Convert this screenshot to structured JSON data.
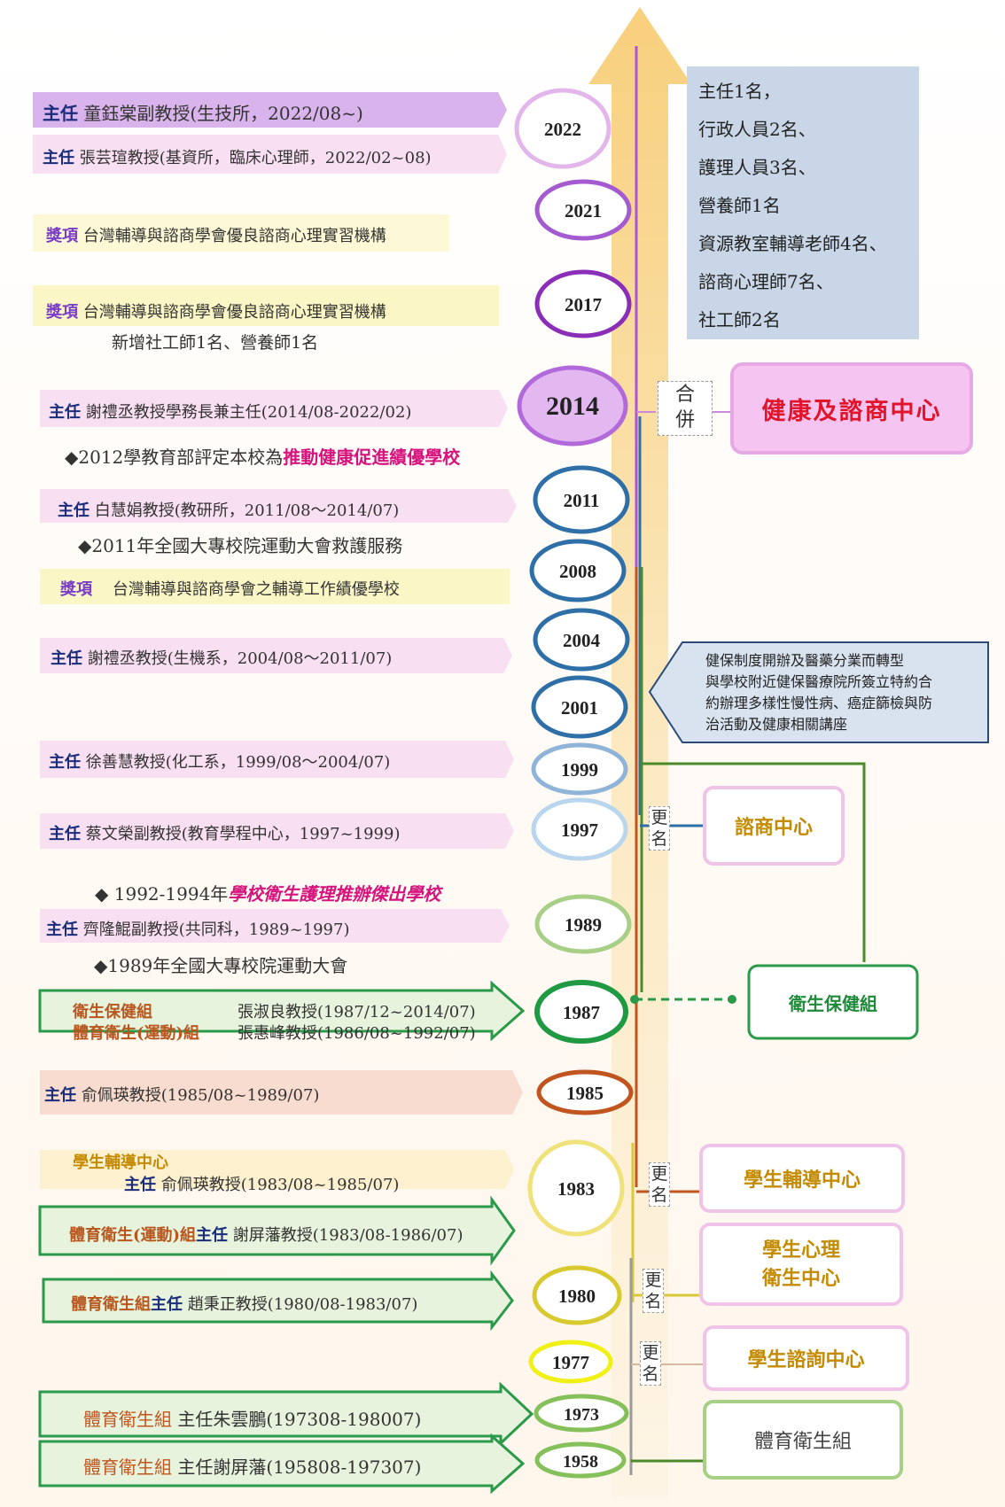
{
  "years": [
    "2022",
    "2021",
    "2017",
    "2014",
    "2011",
    "2008",
    "2004",
    "2001",
    "1999",
    "1997",
    "1989",
    "1987",
    "1985",
    "1983",
    "1980",
    "1977",
    "1973",
    "1958"
  ],
  "timeline": {
    "r2022_1": {
      "role": "主任",
      "text": "童鈺棠副教授(生技所，2022/08~)"
    },
    "r2022_2": {
      "role": "主任",
      "text": "張芸瑄教授(基資所，臨床心理師，2022/02~08)"
    },
    "r2021": {
      "role": "獎項",
      "text": "台灣輔導與諮商學會優良諮商心理實習機構"
    },
    "r2017": {
      "role": "獎項",
      "text": "台灣輔導與諮商學會優良諮商心理實習機構",
      "line2": "新增社工師1名、營養師1名"
    },
    "r2014": {
      "role": "主任",
      "text": "謝禮丞教授學務長兼主任(2014/08-2022/02)"
    },
    "n2012": {
      "prefix": "◆2012學教育部評定本校為",
      "highlight": "推動健康促進績優學校"
    },
    "r2011": {
      "role": "主任",
      "text": "白慧娟教授(教研所，2011/08～2014/07)"
    },
    "n2011": {
      "text": "◆2011年全國大專校院運動大會救護服務"
    },
    "r2008": {
      "role": "獎項",
      "text": "台灣輔導與諮商學會之輔導工作績優學校"
    },
    "r2004": {
      "role": "主任",
      "text": "謝禮丞教授(生機系，2004/08～2011/07)"
    },
    "r1999": {
      "role": "主任",
      "text": "徐善慧教授(化工系，1999/08～2004/07)"
    },
    "r1997": {
      "role": "主任",
      "text": "蔡文榮副教授(教育學程中心，1997~1999)"
    },
    "n1992": {
      "prefix": "◆ 1992-1994年",
      "highlight": "學校衛生護理推辦傑出學校"
    },
    "r1989": {
      "role": "主任",
      "text": "齊隆鯤副教授(共同科，1989~1997)"
    },
    "n1989": {
      "text": "◆1989年全國大專校院運動大會"
    },
    "r1987": {
      "unit1": "衛生保健組",
      "person1": "張淑良教授(1987/12~2014/07)",
      "unit2": "體育衛生(運動)組",
      "person2": "張惠峰教授(1986/08~1992/07)"
    },
    "r1985": {
      "role": "主任",
      "text": "俞佩瑛教授(1985/08~1989/07)"
    },
    "r1983a": {
      "unit": "學生輔導中心",
      "role": "主任",
      "text": "俞佩瑛教授(1983/08~1985/07)"
    },
    "r1983b": {
      "unit": "體育衛生(運動)組",
      "role": "主任",
      "text": "謝屏藩教授(1983/08-1986/07)"
    },
    "r1980": {
      "unit": "體育衛生組",
      "role": "主任",
      "text": "趙秉正教授(1980/08-1983/07)"
    },
    "r1973": {
      "unit": "體育衛生組",
      "text": "主任朱雲鵬(197308-198007)"
    },
    "r1958": {
      "unit": "體育衛生組",
      "text": "主任謝屏藩(195808-197307)"
    }
  },
  "staff": [
    "主任1名，",
    "行政人員2名、",
    "護理人員3名、",
    "營養師1名",
    "資源教室輔導老師4名、",
    "諮商心理師7名、",
    "社工師2名"
  ],
  "merge_label": [
    "合",
    "併"
  ],
  "center_name": "健康及諮商中心",
  "note_lines": [
    "健保制度開辦及醫藥分業而轉型",
    "與學校附近健保醫療院所簽立特約合",
    "約辦理多樣性慢性病、癌症篩檢與防",
    "治活動及健康相關講座"
  ],
  "units": {
    "counseling": "諮商中心",
    "health": "衛生保健組",
    "guidance": "學生輔導中心",
    "mental1": "學生心理",
    "mental2": "衛生中心",
    "consult": "學生諮詢中心",
    "pe": "體育衛生組"
  },
  "rename": [
    "更",
    "名"
  ],
  "colors": {
    "navy": "#1a2d7a",
    "magenta": "#d6137c",
    "green": "#2a9a4a",
    "orange": "#c0551f",
    "purple": "#a855d6",
    "blue": "#2f6fa8"
  }
}
